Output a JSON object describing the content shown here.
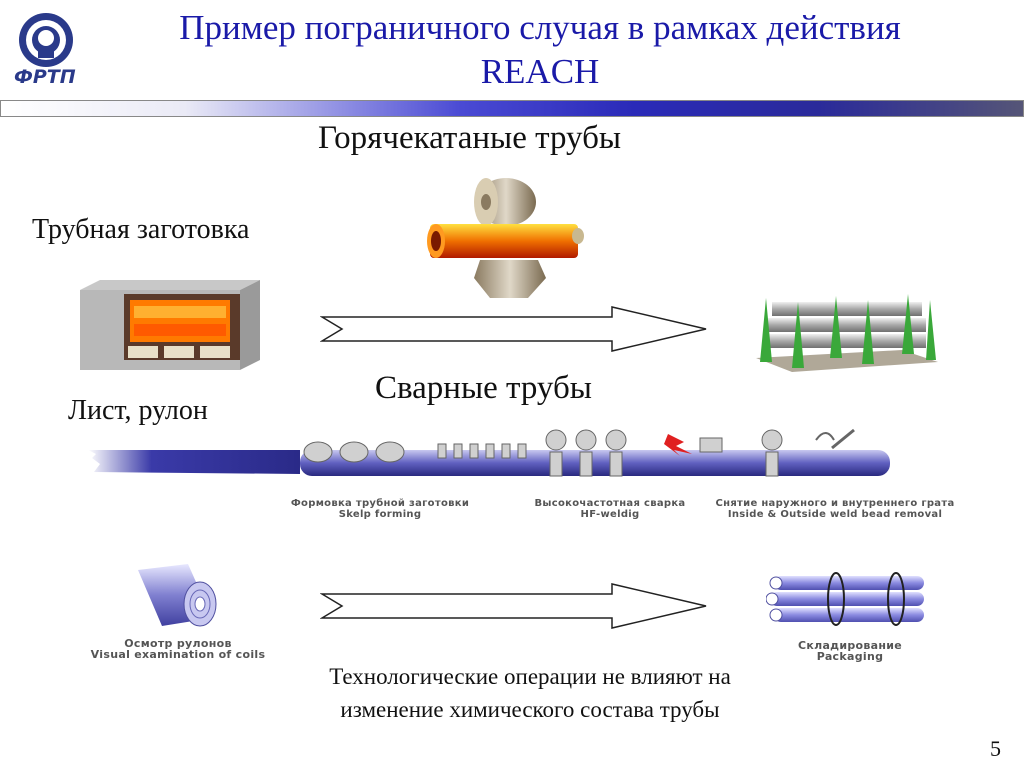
{
  "logo": {
    "text": "ФРТП"
  },
  "slide": {
    "title_line1": "Пример пограничного случая в рамках действия",
    "title_line2": "REACH",
    "hot_rolled_heading": "Горячекатаные трубы",
    "billet_label": "Трубная заготовка",
    "welded_heading": "Сварные трубы",
    "sheet_label": "Лист, рулон",
    "footer_line1": "Технологические операции не влияют на",
    "footer_line2": "изменение химического состава трубы",
    "page_number": "5"
  },
  "process": {
    "skelp_ru": "Формовка трубной заготовки",
    "skelp_en": "Skelp forming",
    "weld_ru": "Высокочастотная сварка",
    "weld_en": "HF-weldig",
    "bead_ru": "Снятие наружного и внутреннего грата",
    "bead_en": "Inside & Outside weld bead removal",
    "coils_ru": "Осмотр рулонов",
    "coils_en": "Visual examination of coils",
    "pack_ru": "Складирование",
    "pack_en": "Packaging"
  }
}
